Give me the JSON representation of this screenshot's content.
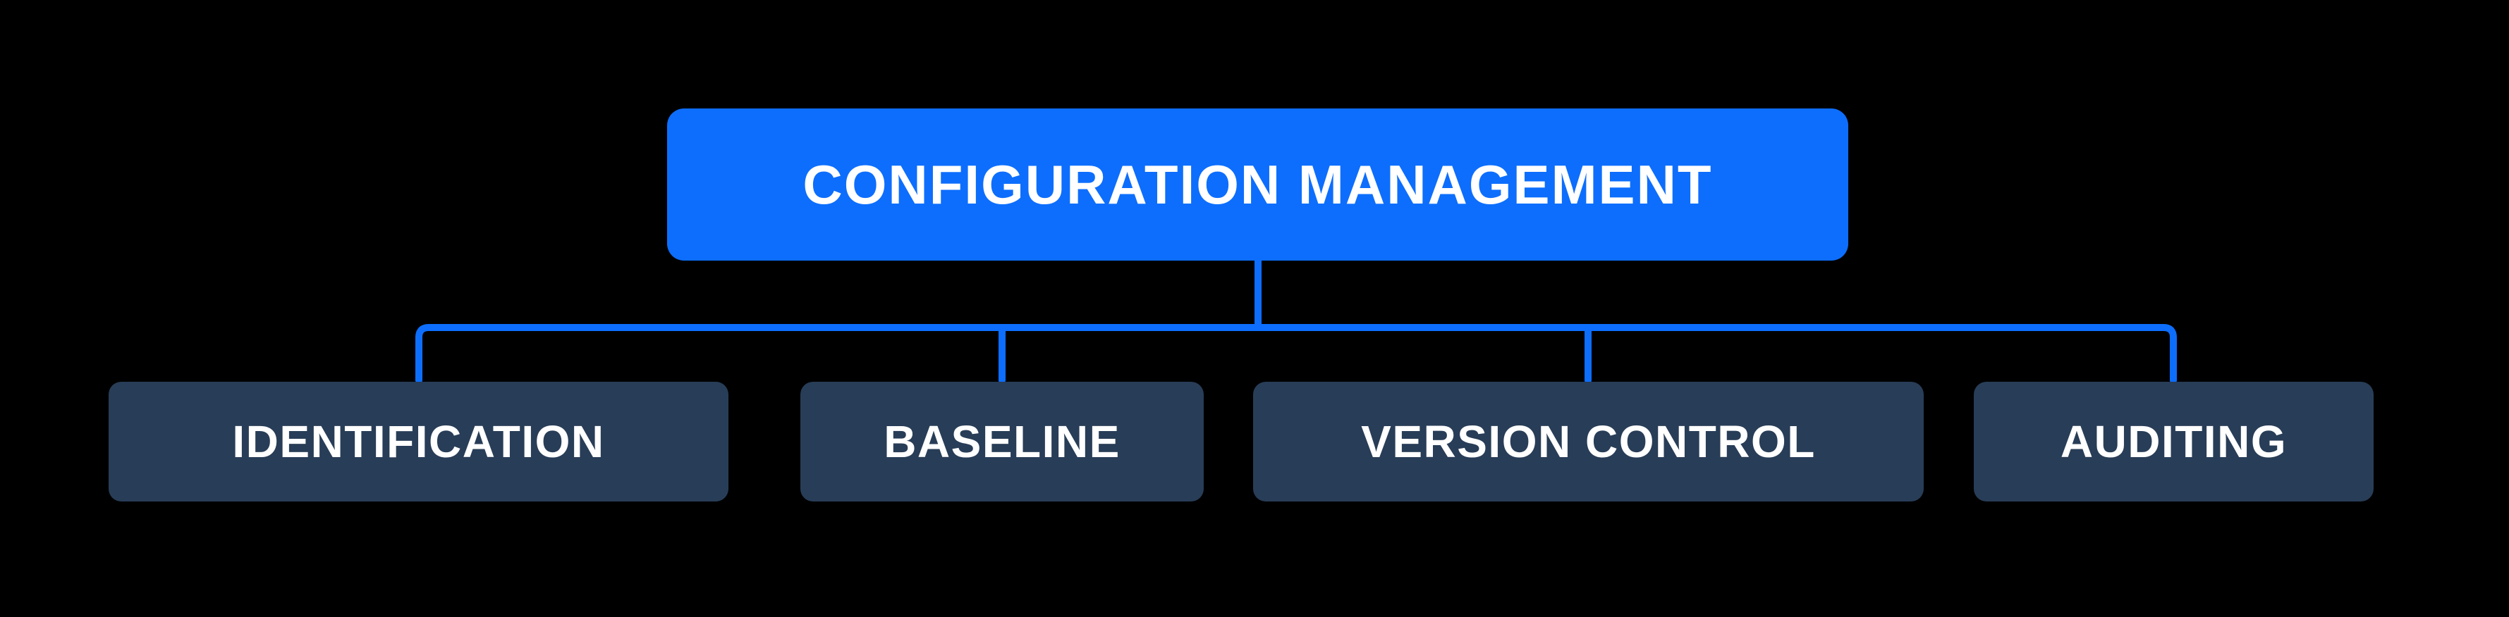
{
  "diagram": {
    "type": "hierarchy",
    "root": {
      "label": "CONFIGURATION MANAGEMENT"
    },
    "children": [
      {
        "label": "IDENTIFICATION"
      },
      {
        "label": "BASELINE"
      },
      {
        "label": "VERSION CONTROL"
      },
      {
        "label": "AUDITING"
      }
    ],
    "colors": {
      "background": "#000000",
      "root_fill": "#0d6efd",
      "child_fill": "#283d57",
      "connector": "#0d6efd",
      "text": "#ffffff"
    }
  }
}
